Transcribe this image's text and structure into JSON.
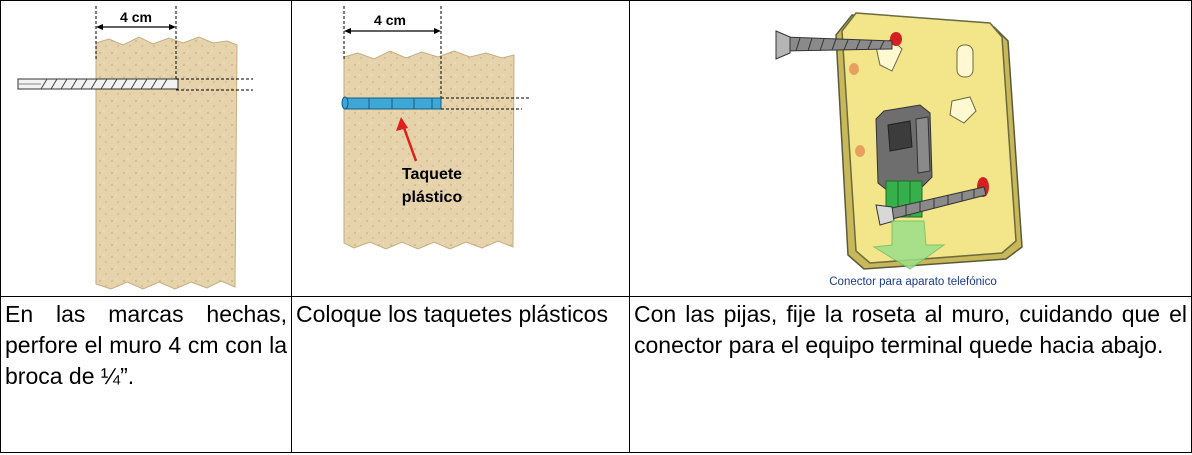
{
  "panels": [
    {
      "measure_label": "4 cm",
      "caption": "En las marcas hechas, perfore el muro 4 cm con la broca de ¼”."
    },
    {
      "measure_label": "4 cm",
      "callout_line1": "Taquete",
      "callout_line2": "plástico",
      "caption": "Coloque los taquetes plásticos"
    },
    {
      "connector_label": "Conector para aparato telefónico",
      "caption": "Con las pijas, fije la roseta al muro, cuidando que el conector para el equipo terminal quede hacia abajo."
    }
  ],
  "colors": {
    "wall": "#e8d6b0",
    "plug": "#3fa7d6",
    "plate": "#f3e58a",
    "screw_head": "#d42020",
    "arrow": "#9be08a",
    "callout": "#e0201a",
    "connector_text": "#1a3a8a"
  }
}
